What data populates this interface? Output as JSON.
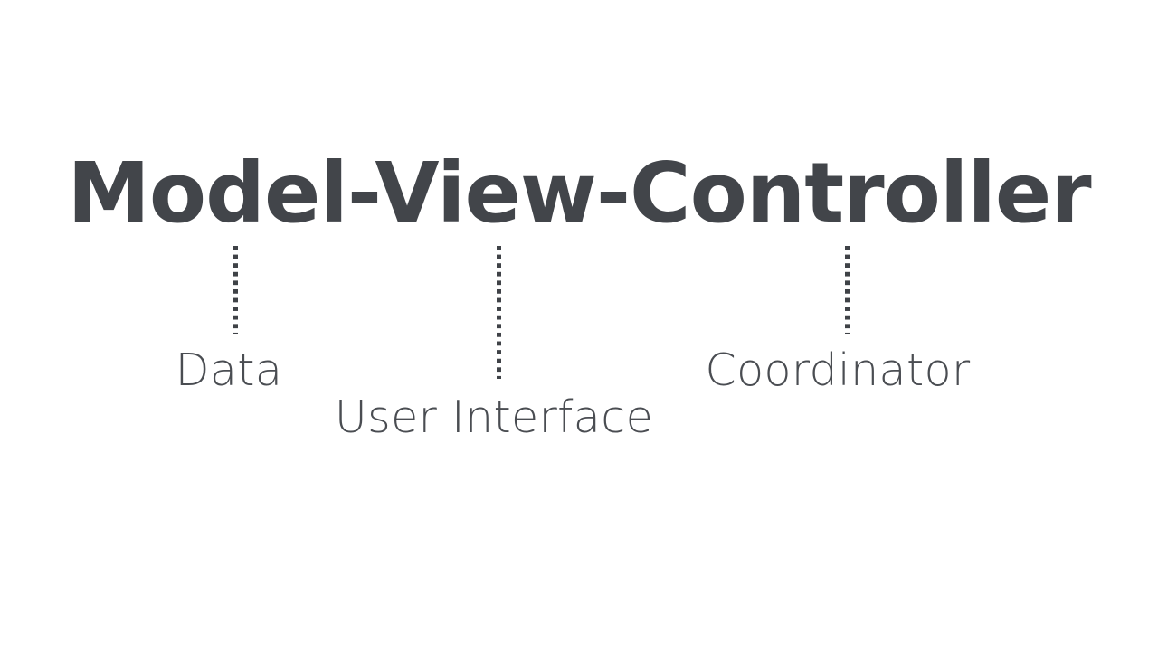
{
  "slide": {
    "background_color": "#ffffff",
    "title": {
      "text": "Model-View-Controller",
      "color": "#42454a"
    },
    "parts": [
      {
        "term": "Model",
        "label": "Data",
        "connector": "dotted-vertical-line",
        "connector_color": "#3f4247"
      },
      {
        "term": "View",
        "label": "User Interface",
        "connector": "dotted-vertical-line",
        "connector_color": "#3f4247"
      },
      {
        "term": "Controller",
        "label": "Coordinator",
        "connector": "dotted-vertical-line",
        "connector_color": "#3f4247"
      }
    ]
  }
}
